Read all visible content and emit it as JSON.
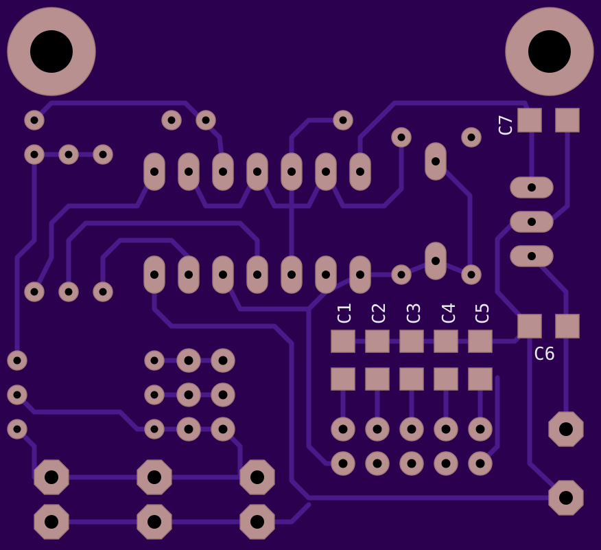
{
  "board": {
    "substrate_color": "#2a004f",
    "trace_color": "#4a1a8a",
    "pad_color": "#b89090",
    "pad_edge_color": "#a07878",
    "hole_color": "#000000",
    "silk_color": "#e8e8f0"
  },
  "labels": {
    "c1": "C1",
    "c2": "C2",
    "c3": "C3",
    "c4": "C4",
    "c5": "C5",
    "c6": "C6",
    "c7": "C7"
  }
}
